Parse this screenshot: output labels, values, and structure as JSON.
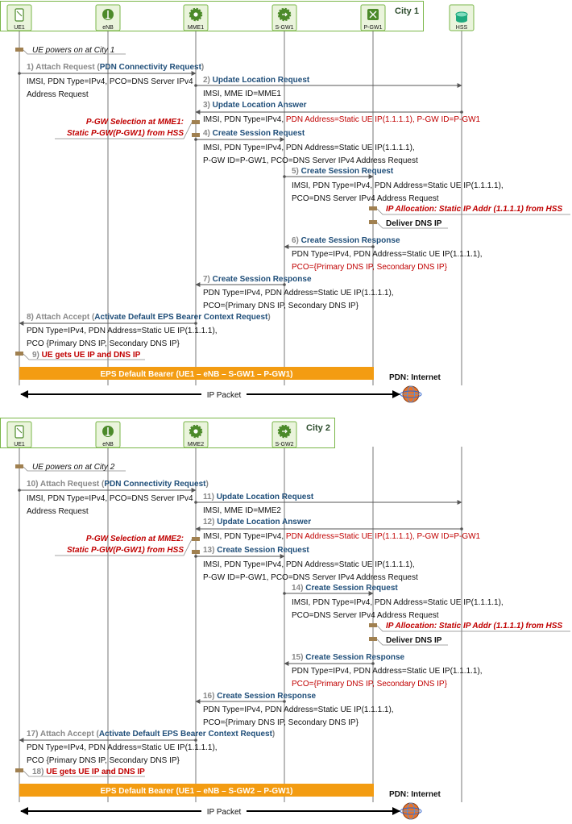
{
  "panels": [
    {
      "city": "City 1",
      "nodes": [
        "UE1",
        "eNB",
        "MME1",
        "S-GW1",
        "P-GW1",
        "HSS"
      ],
      "power_note": "UE powers on at City 1",
      "messages": [
        {
          "num": "1) Attach Request (",
          "title": "PDN Connectivity Request",
          "close": ")",
          "details": [
            [
              "IMSI, PDN Type=IPv4, PCO=DNS Server IPv4"
            ],
            [
              "Address Request"
            ]
          ]
        },
        {
          "num": "2) ",
          "title": "Update Location Request",
          "details": [
            [
              "IMSI, MME ID=MME1"
            ]
          ]
        },
        {
          "num": "3) ",
          "title": "Update Location Answer",
          "details": [
            [
              "IMSI, PDN Type=IPv4, ",
              "PDN Address=Static UE IP(1.1.1.1), P-GW ID=P-GW1"
            ]
          ]
        },
        {
          "num": "4) ",
          "title": "Create Session Request",
          "details": [
            [
              "IMSI, PDN Type=IPv4, PDN Address=Static UE IP(1.1.1.1),"
            ],
            [
              "P-GW ID=P-GW1, PCO=DNS Server IPv4 Address Request"
            ]
          ]
        },
        {
          "num": "5) ",
          "title": "Create Session Request",
          "details": [
            [
              "IMSI, PDN Type=IPv4, PDN Address=Static UE IP(1.1.1.1),"
            ],
            [
              "PCO=DNS Server IPv4 Address Request"
            ]
          ]
        },
        {
          "num": "6) ",
          "title": "Create Session Response",
          "details": [
            [
              "PDN Type=IPv4, PDN Address=Static UE IP(1.1.1.1),"
            ],
            [
              "",
              "PCO={Primary DNS IP, Secondary DNS IP}"
            ]
          ]
        },
        {
          "num": "7) ",
          "title": "Create Session Response",
          "details": [
            [
              "PDN Type=IPv4, PDN Address=Static UE IP(1.1.1.1),"
            ],
            [
              "PCO={Primary DNS IP, Secondary DNS IP}"
            ]
          ]
        },
        {
          "num": "8) Attach Accept (",
          "title": "Activate Default EPS Bearer Context Request",
          "close": ")",
          "details": [
            [
              "PDN Type=IPv4, PDN Address=Static UE IP(1.1.1.1),"
            ],
            [
              "PCO {Primary DNS IP, Secondary DNS IP}"
            ]
          ]
        }
      ],
      "mme_note": [
        "P-GW Selection at MME1:",
        "Static P-GW(P-GW1) from HSS"
      ],
      "pgw_notes": [
        "IP Allocation: Static IP Addr (1.1.1.1) from HSS",
        "Deliver DNS IP"
      ],
      "ue_gets": {
        "num": "9) ",
        "text": "UE gets UE IP and DNS IP"
      },
      "bearer": "EPS Default Bearer (UE1 – eNB – S-GW1 – P-GW1)",
      "pdn": "PDN: Internet",
      "ip_packet": "IP Packet"
    },
    {
      "city": "City 2",
      "nodes": [
        "UE1",
        "eNB",
        "MME2",
        "S-GW2"
      ],
      "power_note": "UE powers on at City 2",
      "messages": [
        {
          "num": "10) Attach Request (",
          "title": "PDN Connectivity Request",
          "close": ")",
          "details": [
            [
              "IMSI, PDN Type=IPv4, PCO=DNS Server IPv4"
            ],
            [
              "Address Request"
            ]
          ]
        },
        {
          "num": "11) ",
          "title": "Update Location Request",
          "details": [
            [
              "IMSI, MME ID=MME2"
            ]
          ]
        },
        {
          "num": "12) ",
          "title": "Update Location Answer",
          "details": [
            [
              "IMSI, PDN Type=IPv4, ",
              "PDN Address=Static UE IP(1.1.1.1), P-GW ID=P-GW1"
            ]
          ]
        },
        {
          "num": "13) ",
          "title": "Create Session Request",
          "details": [
            [
              "IMSI, PDN Type=IPv4, PDN Address=Static UE IP(1.1.1.1),"
            ],
            [
              "P-GW ID=P-GW1, PCO=DNS Server IPv4 Address Request"
            ]
          ]
        },
        {
          "num": "14) ",
          "title": "Create Session Request",
          "details": [
            [
              "IMSI, PDN Type=IPv4, PDN Address=Static UE IP(1.1.1.1),"
            ],
            [
              "PCO=DNS Server IPv4 Address Request"
            ]
          ]
        },
        {
          "num": "15) ",
          "title": "Create Session Response",
          "details": [
            [
              "PDN Type=IPv4, PDN Address=Static UE IP(1.1.1.1),"
            ],
            [
              "",
              "PCO={Primary DNS IP, Secondary DNS IP}"
            ]
          ]
        },
        {
          "num": "16) ",
          "title": "Create Session Response",
          "details": [
            [
              "PDN Type=IPv4, PDN Address=Static UE IP(1.1.1.1),"
            ],
            [
              "PCO={Primary DNS IP, Secondary DNS IP}"
            ]
          ]
        },
        {
          "num": "17) Attach Accept (",
          "title": "Activate Default EPS Bearer Context Request",
          "close": ")",
          "details": [
            [
              "PDN Type=IPv4, PDN Address=Static UE IP(1.1.1.1),"
            ],
            [
              "PCO {Primary DNS IP, Secondary DNS IP}"
            ]
          ]
        }
      ],
      "mme_note": [
        "P-GW Selection at MME2:",
        "Static P-GW(P-GW1) from HSS"
      ],
      "pgw_notes": [
        "IP Allocation: Static IP Addr (1.1.1.1) from HSS",
        "Deliver DNS IP"
      ],
      "ue_gets": {
        "num": "18) ",
        "text": "UE gets UE IP and DNS IP"
      },
      "bearer": "EPS Default Bearer (UE1 – eNB – S-GW2 – P-GW1)",
      "pdn": "PDN: Internet",
      "ip_packet": "IP Packet"
    }
  ],
  "colors": {
    "node_fill": "#eaf4dc",
    "node_border": "#7ab648",
    "hss_fill": "#1eaa7e",
    "arrow": "#555555",
    "bearer": "#f39c12",
    "note_marker": "#a08050",
    "title_blue": "#1f4e79",
    "red": "#c00000"
  }
}
